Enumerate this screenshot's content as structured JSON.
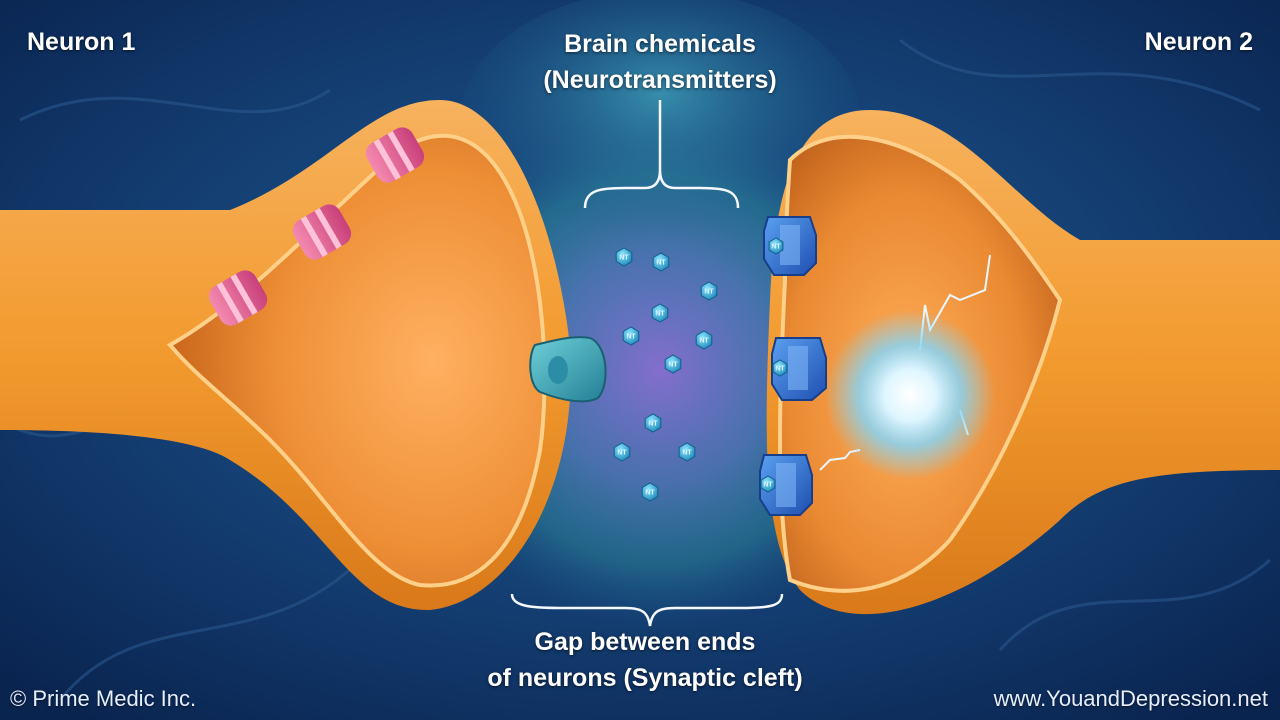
{
  "labels": {
    "neuron1": "Neuron 1",
    "neuron2": "Neuron 2",
    "top_line1": "Brain chemicals",
    "top_line2": "(Neurotransmitters)",
    "bottom_line1": "Gap between ends",
    "bottom_line2": "of neurons (Synaptic cleft)"
  },
  "footer": {
    "copyright": "© Prime Medic Inc.",
    "website": "www.YouandDepression.net"
  },
  "neurotransmitter_tag": "NT",
  "colors": {
    "background": "#0d2a55",
    "membrane": "#f29a2e",
    "cytoplasm": "#f6a04a",
    "cleft_glow": "#8a6fd1",
    "neurotransmitter": "#3fb6e3",
    "receptor": "#2f6fd8",
    "vesicle_channel": "#e86a9a",
    "signal_glow": "#bfeaff"
  }
}
